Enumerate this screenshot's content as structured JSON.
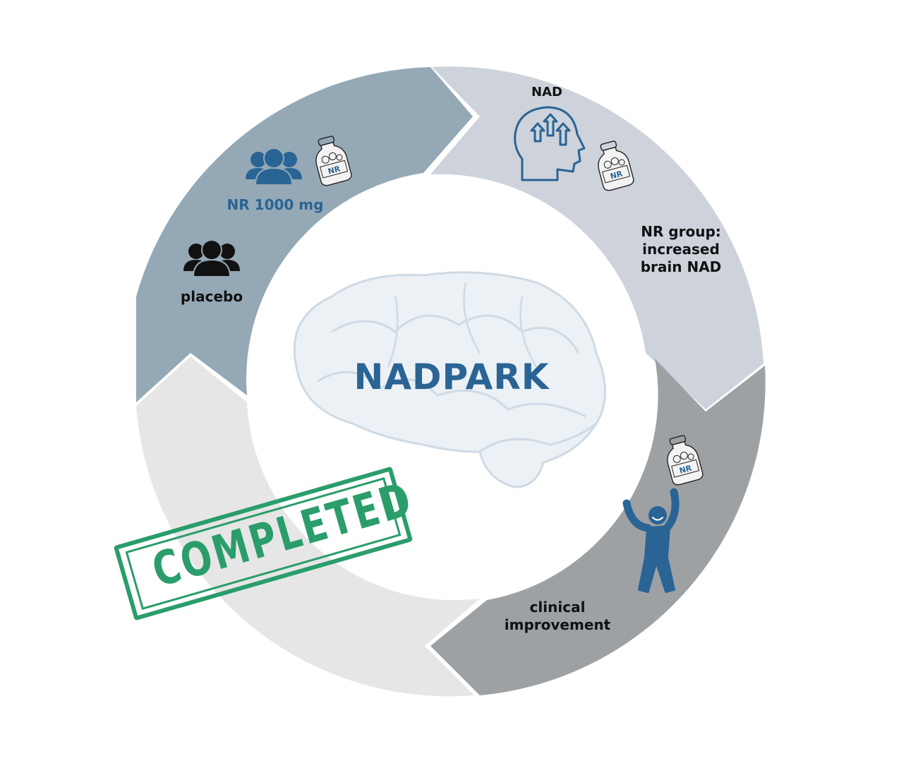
{
  "title": "NADPARK",
  "colors": {
    "seg_top_left": "#95a8b6",
    "seg_top_right": "#cdd2db",
    "seg_bottom_right": "#9ea1a4",
    "seg_bottom_left": "#e6e6e6",
    "brand_blue": "#2a6494",
    "brain": "#c9d6e2",
    "stamp_green": "#2a9d6a",
    "text_dark": "#111111"
  },
  "segments": [
    {
      "id": "randomization",
      "groups": [
        {
          "label": "NR 1000 mg",
          "icon": "people-group-icon",
          "color": "#2a6494",
          "with_bottle": true
        },
        {
          "label": "placebo",
          "icon": "people-group-icon",
          "color": "#111111",
          "with_bottle": false
        }
      ]
    },
    {
      "id": "brain-nad",
      "head_label": "NAD",
      "text_lines": [
        "NR group:",
        "increased",
        "brain NAD"
      ]
    },
    {
      "id": "clinical",
      "text_lines": [
        "clinical",
        "improvement"
      ]
    },
    {
      "id": "completed",
      "stamp": "COMPLETED"
    }
  ],
  "bottle_label": "NR"
}
